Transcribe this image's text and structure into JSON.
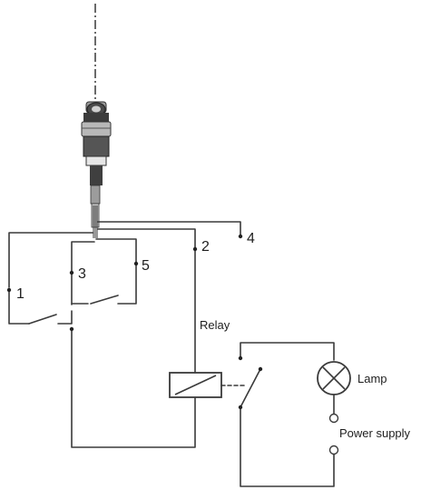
{
  "terminals": {
    "t1": "1",
    "t2": "2",
    "t3": "3",
    "t4": "4",
    "t5": "5"
  },
  "labels": {
    "relay": "Relay",
    "lamp": "Lamp",
    "power_supply": "Power supply"
  }
}
